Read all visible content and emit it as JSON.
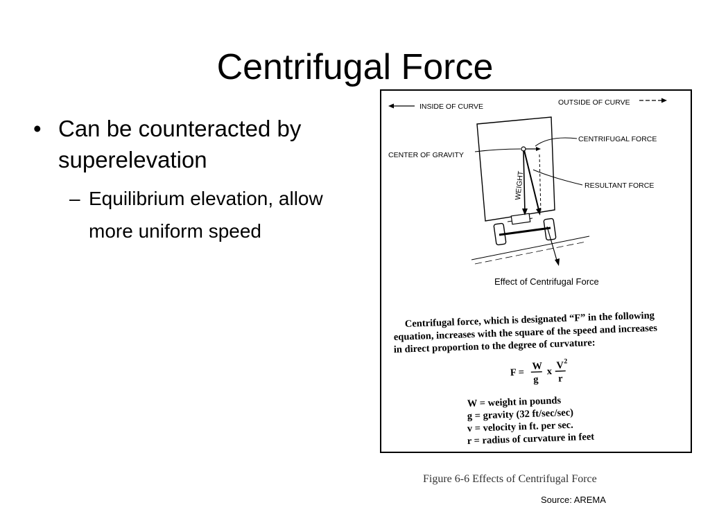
{
  "slide": {
    "title": "Centrifugal Force",
    "bullets": [
      {
        "text": "Can be counteracted by superelevation",
        "sub": [
          "Equilibrium elevation, allow more uniform speed"
        ]
      }
    ]
  },
  "figure": {
    "labels": {
      "inside_of_curve": "INSIDE OF CURVE",
      "outside_of_curve": "OUTSIDE OF CURVE",
      "center_of_gravity": "CENTER OF GRAVITY",
      "centrifugal_force": "CENTRIFUGAL FORCE",
      "resultant_force": "RESULTANT FORCE",
      "weight": "WEIGHT",
      "effect_caption": "Effect of Centrifugal Force"
    },
    "description_lines": [
      "Centrifugal force, which is designated “F” in the following",
      "equation, increases with the square of the speed and increases",
      "in direct proportion to the degree of curvature:"
    ],
    "equation": {
      "lhs": "F =",
      "w": "W",
      "g": "g",
      "x": "x",
      "v": "V",
      "exp": "2",
      "r": "r"
    },
    "legend": [
      "W  =  weight in pounds",
      "g  =  gravity (32 ft/sec/sec)",
      "v  =  velocity in ft. per sec.",
      "r  =  radius of curvature in feet"
    ],
    "caption": "Figure 6-6  Effects of Centrifugal Force"
  },
  "source": "Source: AREMA"
}
